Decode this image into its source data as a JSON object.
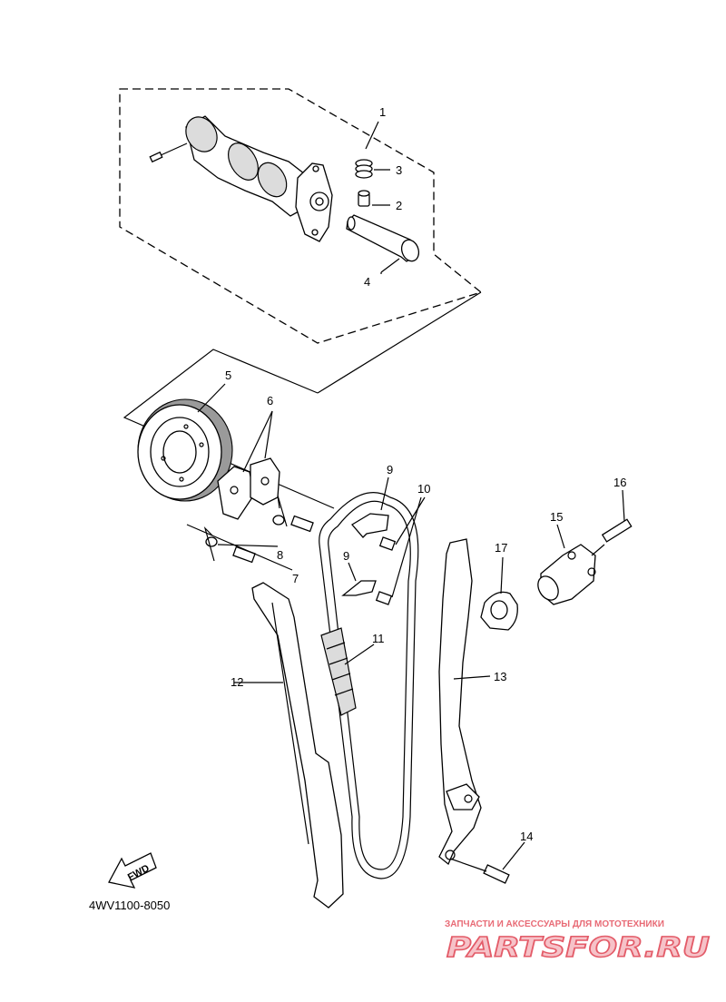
{
  "diagram": {
    "code": "4WV1100-8050",
    "fwd_label": "FWD",
    "callouts": {
      "c1": "1",
      "c2": "2",
      "c3": "3",
      "c4": "4",
      "c5": "5",
      "c6": "6",
      "c7": "7",
      "c8": "8",
      "c9a": "9",
      "c9b": "9",
      "c10": "10",
      "c11": "11",
      "c12": "12",
      "c13": "13",
      "c14": "14",
      "c15": "15",
      "c16": "16",
      "c17": "17"
    }
  },
  "watermark": {
    "tagline": "ЗАПЧАСТИ И АКСЕССУАРЫ ДЛЯ МОТОТЕХНИКИ",
    "brand": "PARTSFOR.RU"
  },
  "colors": {
    "line": "#000000",
    "watermark": "#e35b68"
  }
}
